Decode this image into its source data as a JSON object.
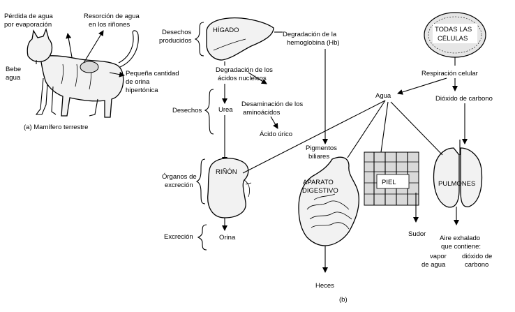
{
  "panel_a": {
    "top_left": [
      "Pérdida de agua",
      "por evaporación"
    ],
    "top_right": [
      "Resorción de agua",
      "en los riñones"
    ],
    "left": [
      "Bebe",
      "agua"
    ],
    "right": [
      "Pequeña cantidad",
      "de orina",
      "hipertónica"
    ],
    "caption": "(a)  Mamífero terrestre"
  },
  "panel_b": {
    "labels": {
      "desechos_producidos": [
        "Desechos",
        "producidos"
      ],
      "desechos": "Desechos",
      "organos_excrecion": [
        "Órganos de",
        "excreción"
      ],
      "excrecion": "Excreción",
      "higado": "HÍGADO",
      "degradacion_hb": [
        "Degradación de la",
        "hemoglobina (Hb)"
      ],
      "degradacion_nucleicos": [
        "Degradación de los",
        "ácidos nucleicos"
      ],
      "urea": "Urea",
      "desaminacion": [
        "Desaminación de los",
        "aminoácidos"
      ],
      "acido_urico": "Ácido úrico",
      "rinon": "RIÑÓN",
      "orina": "Orina",
      "pigmentos": [
        "Pigmentos",
        "biliares"
      ],
      "aparato": [
        "APARATO",
        "DIGESTIVO"
      ],
      "heces": "Heces",
      "piel": "PIEL",
      "sudor": "Sudor",
      "pulmones": "PULMONES",
      "aire": [
        "Aire exhalado",
        "que contiene:"
      ],
      "vapor": [
        "vapor",
        "de agua"
      ],
      "dioxido2": [
        "dióxido de",
        "carbono"
      ],
      "todas": [
        "TODAS LAS",
        "CÉLULAS"
      ],
      "respiracion": "Respiración celular",
      "agua": "Agua",
      "dioxido": "Dióxido de carbono",
      "caption": "(b)"
    }
  }
}
